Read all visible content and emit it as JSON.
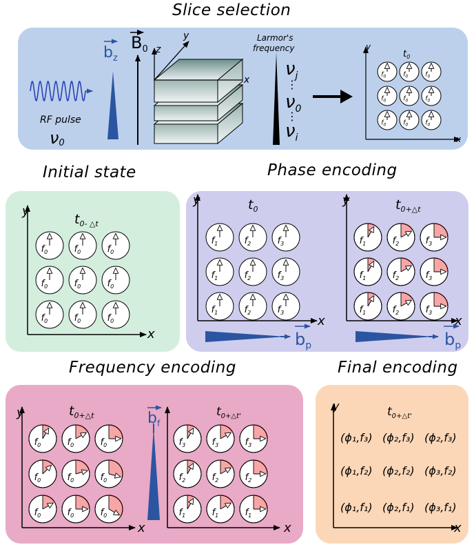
{
  "titles": {
    "slice_selection": "Slice selection",
    "initial_state": "Initial state",
    "phase_encoding": "Phase encoding",
    "frequency_encoding": "Frequency encoding",
    "final_encoding": "Final encoding"
  },
  "colors": {
    "slice_panel": "#bcd0ec",
    "initial_panel": "#d3eedd",
    "phase_panel": "#cfcdee",
    "frequency_panel": "#e8aac6",
    "final_panel": "#fcd7b7",
    "gradient_blue": "#2b55a0",
    "wave_blue": "#2b3fb8",
    "phase_fill": "#f6a6a6",
    "phase_edge": "#cc1111"
  },
  "slice": {
    "rf_label": "RF pulse",
    "rf_freq": "ν",
    "rf_freq_sub": "0",
    "b_z": "b",
    "b_z_sub": "z",
    "b_0": "B",
    "b_0_sub": "0",
    "axis_x": "x",
    "axis_y": "y",
    "axis_z": "z",
    "larmor_label_1": "Larmor's",
    "larmor_label_2": "frequency",
    "nu": "ν",
    "nu_j": "j",
    "nu_0": "0",
    "nu_i": "i",
    "dots": "⋮",
    "grid_time": "t",
    "grid_time_sub": "0",
    "grid_freq": "f",
    "grid_freq_sub": "0"
  },
  "initial": {
    "time": "t",
    "time_sub": "0- △t",
    "freq": "f",
    "freq_sub": "0"
  },
  "phase": {
    "time_left": "t",
    "time_left_sub": "0",
    "time_right": "t",
    "time_right_sub": "0+△t",
    "freq": "f",
    "freq_subs": [
      "1",
      "2",
      "3"
    ],
    "b_p": "b",
    "b_p_sub": "p",
    "phase_fractions": [
      0.0833,
      0.1667,
      0.25
    ]
  },
  "frequency": {
    "time_left": "t",
    "time_left_sub": "0+△t",
    "time_right": "t",
    "time_right_sub": "0+△t'",
    "freq": "f",
    "freq_left_sub": "0",
    "freq_right_rows": [
      "3",
      "2",
      "1"
    ],
    "b_f": "b",
    "b_f_sub": "f"
  },
  "final": {
    "time": "t",
    "time_sub": "0+△t'",
    "rows": [
      [
        "(ϕ₁,f₃)",
        "(ϕ₂,f₃)",
        "(ϕ₂,f₃)"
      ],
      [
        "(ϕ₁,f₂)",
        "(ϕ₂,f₂)",
        "(ϕ₃,f₂)"
      ],
      [
        "(ϕ₁,f₁)",
        "(ϕ₂,f₁)",
        "(ϕ₃,f₁)"
      ]
    ]
  }
}
